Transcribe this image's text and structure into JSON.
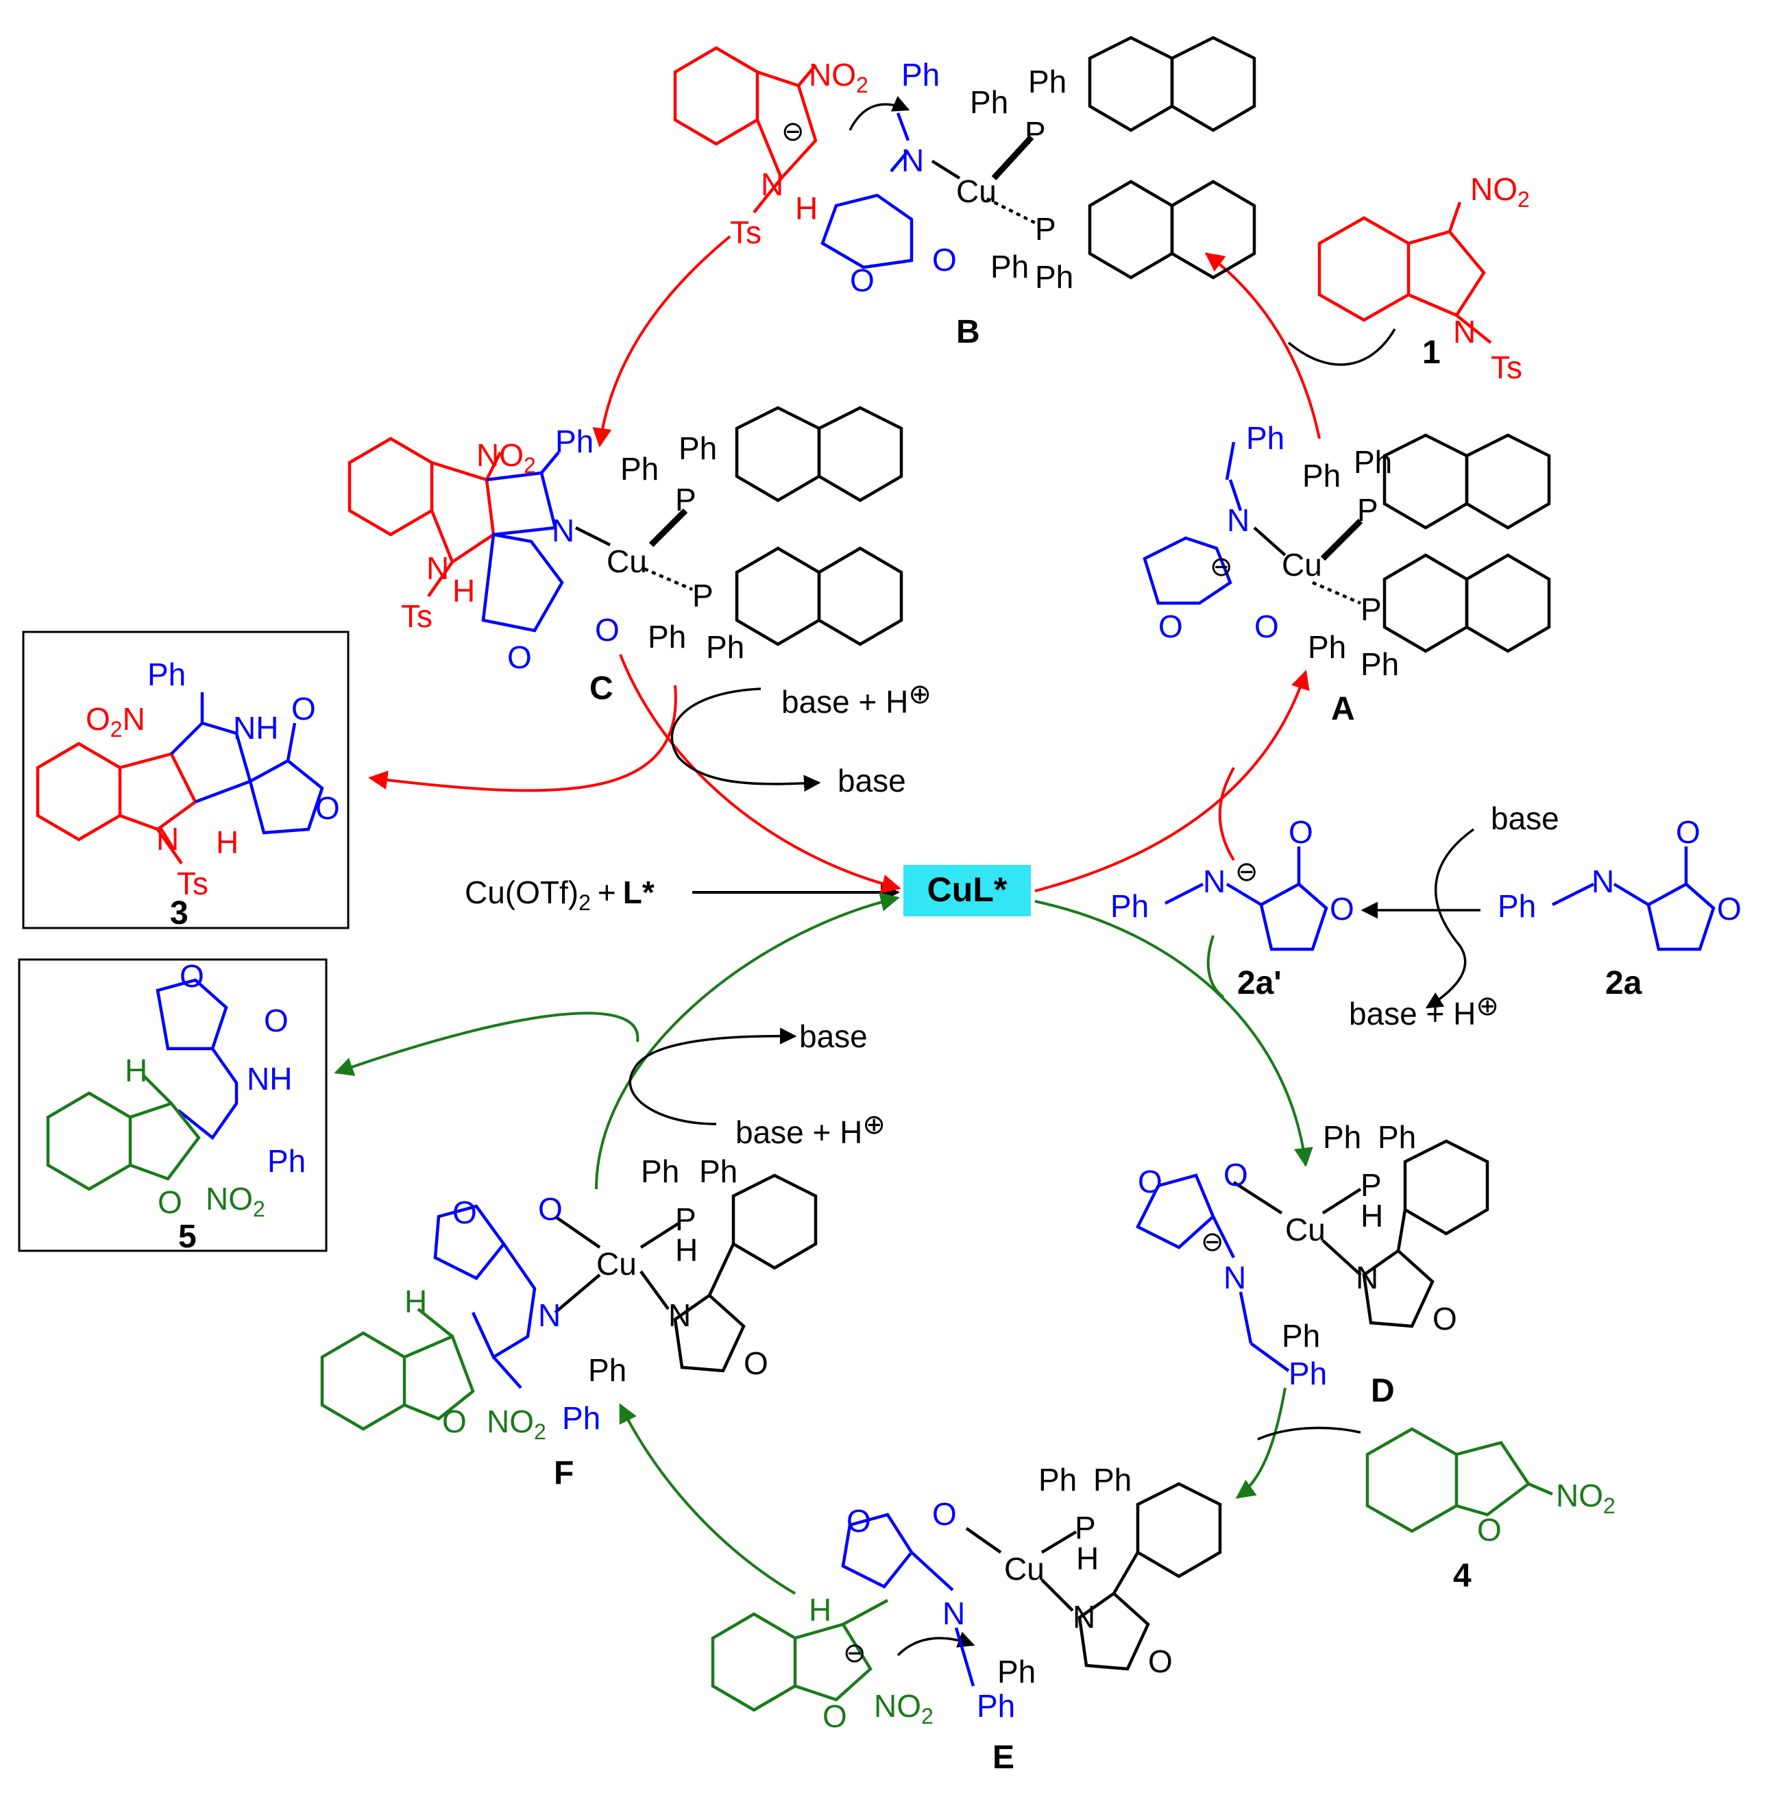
{
  "colors": {
    "red": "#ff0000",
    "blue": "#0000ff",
    "green": "#1a7a1a",
    "black": "#000000",
    "catalyst_box": "#33e6f5"
  },
  "catalyst": {
    "label": "CuL*"
  },
  "feeds": {
    "cu_salt": "Cu(OTf)",
    "cu_salt_sub": "2",
    "ligand_plus": "+",
    "ligand": "L*"
  },
  "reagent_labels": {
    "base_plus_h": "base + H",
    "base": "base",
    "h_plus_symbol": "⊕",
    "anion_symbol": "⊖"
  },
  "compounds": {
    "c1": "1",
    "c2a": "2a",
    "c2a_prime": "2a'",
    "c3": "3",
    "c4": "4",
    "c5": "5"
  },
  "intermediates": {
    "A": "A",
    "B": "B",
    "C": "C",
    "D": "D",
    "E": "E",
    "F": "F"
  },
  "atoms": {
    "ph": "Ph",
    "p": "P",
    "h": "H",
    "n": "N",
    "o": "O",
    "cu": "Cu",
    "ts": "Ts",
    "nh": "NH",
    "no2": "NO",
    "no2_sub": "2",
    "o2n": "O",
    "o2n_tail": "N"
  }
}
